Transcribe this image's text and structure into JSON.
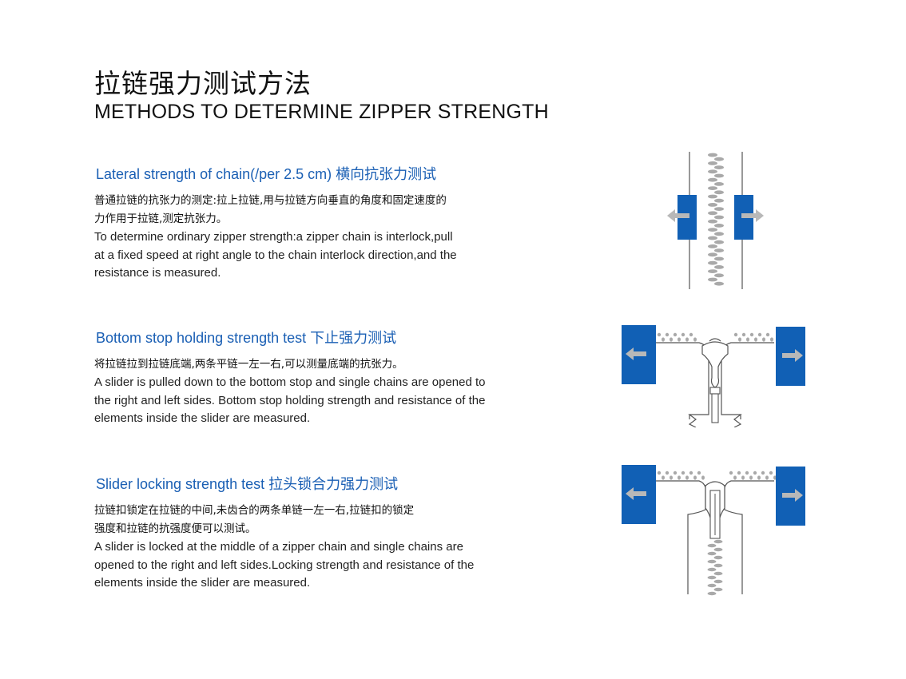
{
  "header": {
    "title_zh": "拉链强力测试方法",
    "title_en": "METHODS TO DETERMINE ZIPPER STRENGTH"
  },
  "sections": [
    {
      "title": "Lateral strength of chain(/per 2.5 cm) 横向抗张力测试",
      "desc_zh": [
        "普通拉链的抗张力的测定:拉上拉链,用与拉链方向垂直的角度和固定速度的",
        "力作用于拉链,测定抗张力。"
      ],
      "desc_en": [
        "To determine ordinary zipper strength:a zipper chain is interlock,pull",
        "at a fixed speed at right angle to the chain interlock direction,and the",
        "resistance is measured."
      ]
    },
    {
      "title": "Bottom stop holding strength test  下止强力测试",
      "desc_zh": [
        "将拉链拉到拉链底端,两条平链一左一右,可以测量底端的抗张力。"
      ],
      "desc_en": [
        "A slider is pulled down to the bottom stop and single chains are opened to",
        "the right and left sides. Bottom stop holding strength and resistance of the",
        "elements inside the slider are measured."
      ]
    },
    {
      "title": "Slider locking strength test  拉头锁合力强力测试",
      "desc_zh": [
        "拉链扣锁定在拉链的中间,未齿合的两条单链一左一右,拉链扣的锁定",
        "强度和拉链的抗强度便可以测试。"
      ],
      "desc_en": [
        "A slider is locked at the middle of a zipper chain and single chains are",
        "opened to the right and left sides.Locking strength and resistance of the",
        "elements inside the slider are measured."
      ]
    }
  ],
  "colors": {
    "accent_blue": "#1a5fb4",
    "clamp_blue": "#1160b5",
    "arrow_gray": "#b8b8b8",
    "teeth_gray": "#a9a9a9"
  },
  "icons": [
    "left-arrow-icon",
    "right-arrow-icon"
  ]
}
